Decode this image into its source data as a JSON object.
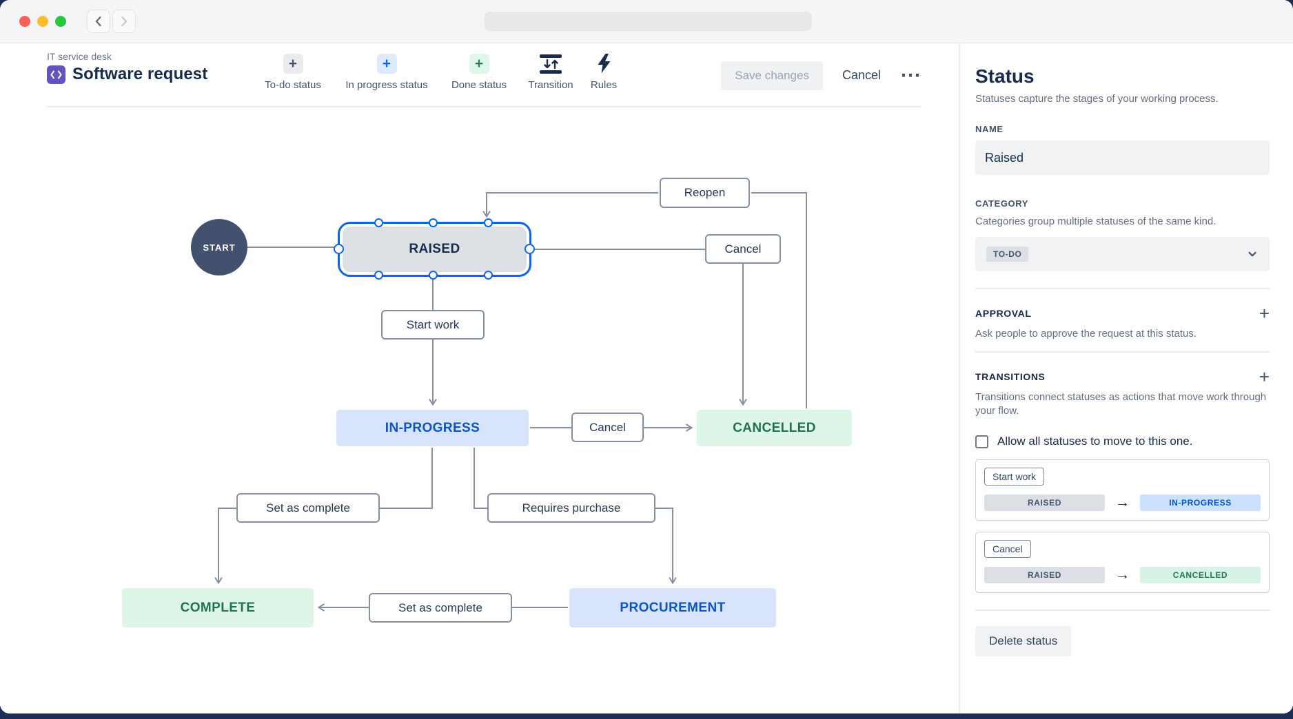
{
  "toolbar": {
    "breadcrumb": "IT service desk",
    "title": "Software request",
    "status_buttons": [
      {
        "label": "To-do status"
      },
      {
        "label": "In progress status"
      },
      {
        "label": "Done status"
      }
    ],
    "transition_label": "Transition",
    "rules_label": "Rules",
    "save_label": "Save changes",
    "cancel_label": "Cancel"
  },
  "diagram": {
    "start_label": "START",
    "nodes": {
      "raised": "RAISED",
      "in_progress": "IN-PROGRESS",
      "cancelled": "CANCELLED",
      "complete": "COMPLETE",
      "procurement": "PROCUREMENT"
    },
    "transitions": {
      "reopen": "Reopen",
      "cancel_top": "Cancel",
      "start_work": "Start work",
      "cancel_mid": "Cancel",
      "set_as_complete_left": "Set as complete",
      "requires_purchase": "Requires purchase",
      "set_as_complete_bottom": "Set as complete"
    }
  },
  "sidebar": {
    "title": "Status",
    "subtitle": "Statuses capture the stages of your working process.",
    "name_label": "NAME",
    "name_value": "Raised",
    "category_label": "CATEGORY",
    "category_desc": "Categories group multiple statuses of the same kind.",
    "category_value": "TO-DO",
    "approval_label": "APPROVAL",
    "approval_desc": "Ask people to approve the request at this status.",
    "transitions_label": "TRANSITIONS",
    "transitions_desc": "Transitions connect statuses as actions that move work through your flow.",
    "allow_all_label": "Allow all statuses to move to this one.",
    "transition_cards": [
      {
        "name": "Start work",
        "from": "RAISED",
        "to": "IN-PROGRESS"
      },
      {
        "name": "Cancel",
        "from": "RAISED",
        "to": "CANCELLED"
      }
    ],
    "delete_label": "Delete status"
  },
  "icons": {
    "plus": "+",
    "more": "⋯",
    "arrow_right": "→"
  },
  "colors": {
    "selection_blue": "#0C66E4",
    "todo_gray_bg": "#DCDFE4",
    "inprogress_blue_bg": "#CCE0FF",
    "inprogress_blue_text": "#0055CC",
    "done_green_bg": "#DDF6E8",
    "done_green_text": "#216E4E",
    "edge_gray": "#8590A2",
    "frame_navy": "#1D2E55"
  }
}
